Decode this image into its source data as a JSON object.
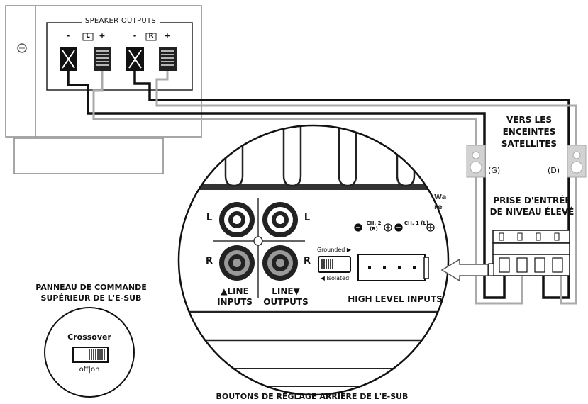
{
  "amp": {
    "title": "SPEAKER OUTPUTS",
    "terminals": [
      "-",
      "L",
      "+",
      "-",
      "R",
      "+"
    ]
  },
  "satellites": {
    "heading": "VERS LES ENCEINTES SATELLITES",
    "left_tag": "(G)",
    "right_tag": "(D)"
  },
  "high_level_input_label": "PRISE D'ENTRÉE DE NIVEAU ÉLEVÉ",
  "rear_panel": {
    "rca_left": "L",
    "rca_right": "L",
    "rca_r_left": "R",
    "rca_r_right": "R",
    "line_inputs": "▲LINE INPUTS",
    "line_outputs": "LINE▼ OUTPUTS",
    "ch2_label": "CH. 2 (R)",
    "ch1_label": "CH. 1 (L)",
    "grounded_label": "Grounded ▶",
    "isolated_label": "◀ Isolated",
    "high_level_inputs": "HIGH LEVEL INPUTS",
    "partial_text": "Wa\nre"
  },
  "top_panel": {
    "heading": "PANNEAU DE COMMANDE SUPÉRIEUR DE L'E-SUB",
    "crossover_label": "Crossover",
    "switch_states": "off|on"
  },
  "caption": "BOUTONS DE RÉGLAGE ARRIÈRE DE L'E-SUB"
}
